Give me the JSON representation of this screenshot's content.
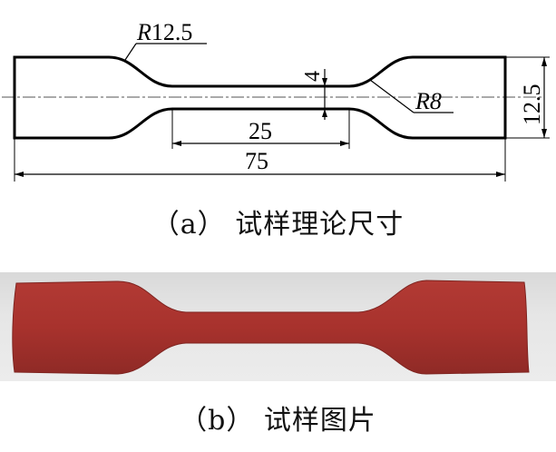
{
  "drawing": {
    "radius_large": "R12.5",
    "radius_small": "R8",
    "neck_width": "4",
    "gauge_length": "25",
    "total_length": "75",
    "total_width": "12.5"
  },
  "captions": {
    "a": "（a） 试样理论尺寸",
    "b": "（b） 试样图片"
  },
  "colors": {
    "line": "#000000",
    "centerline": "#555555",
    "specimen": "#a8322d",
    "photo_bg": "#e4e4e4"
  }
}
